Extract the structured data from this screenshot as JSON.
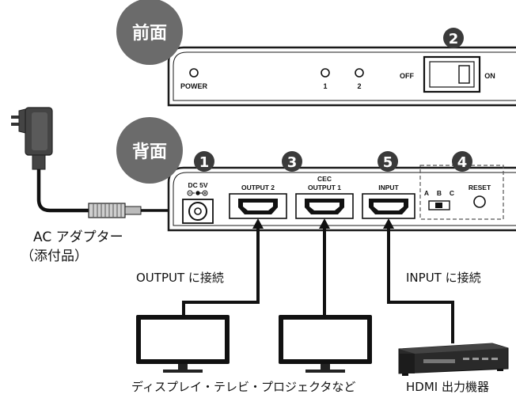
{
  "front": {
    "badge": "前面",
    "power": "POWER",
    "led1": "1",
    "led2": "2",
    "off": "OFF",
    "on": "ON"
  },
  "rear": {
    "badge": "背面",
    "dc": "DC 5V",
    "output2": "OUTPUT 2",
    "cec": "CEC",
    "output1": "OUTPUT 1",
    "input": "INPUT",
    "a": "A",
    "b": "B",
    "c": "C",
    "reset": "RESET"
  },
  "markers": [
    "1",
    "2",
    "3",
    "4",
    "5"
  ],
  "ac_adapter": {
    "line1": "AC アダプター",
    "line2": "（添付品）"
  },
  "labels": {
    "output_connect": "OUTPUT に接続",
    "input_connect": "INPUT に接続",
    "displays": "ディスプレイ・テレビ・プロジェクタなど",
    "hdmi_device": "HDMI 出力機器"
  },
  "colors": {
    "badge": "#6b6b6b",
    "marker": "#3a3a3a",
    "panel_stroke": "#1a1a1a"
  }
}
